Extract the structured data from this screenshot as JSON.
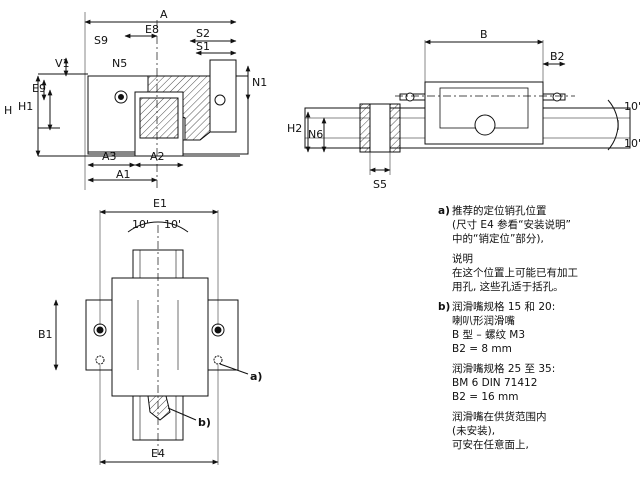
{
  "dims": {
    "A": "A",
    "E8": "E8",
    "S2": "S2",
    "S1": "S1",
    "S9": "S9",
    "V1": "V1",
    "N5": "N5",
    "E9": "E9",
    "N1": "N1",
    "H": "H",
    "H1": "H1",
    "A3": "A3",
    "A2": "A2",
    "A1": "A1",
    "B": "B",
    "B2": "B2",
    "H2": "H2",
    "N6": "N6",
    "S5": "S5",
    "angle_top": "10'",
    "angle_bottom": "10'",
    "E1": "E1",
    "B1": "B1",
    "E4": "E4",
    "angle_left": "10'",
    "angle_right": "10'",
    "callout_a": "a)",
    "callout_b": "b)"
  },
  "notes": {
    "a": {
      "key": "a)",
      "title": "推荐的定位销孔位置",
      "line2": "(尺寸 E4 参看“安装说明”",
      "line3": "中的“销定位”部分),",
      "line4": "说明",
      "line5": "在这个位置上可能已有加工",
      "line6": "用孔, 这些孔适于括孔。"
    },
    "b": {
      "key": "b)",
      "line1": "润滑嘴规格 15 和 20:",
      "line2": "喇叭形润滑嘴",
      "line3": "B 型 – 螺纹 M3",
      "line4": "B2 = 8 mm",
      "line5": "润滑嘴规格 25 至 35:",
      "line6": "BM 6 DIN 71412",
      "line7": "B2 = 16 mm",
      "line8": "润滑嘴在供货范围内",
      "line9": "(未安装),",
      "line10": "可安在任意面上,"
    }
  }
}
